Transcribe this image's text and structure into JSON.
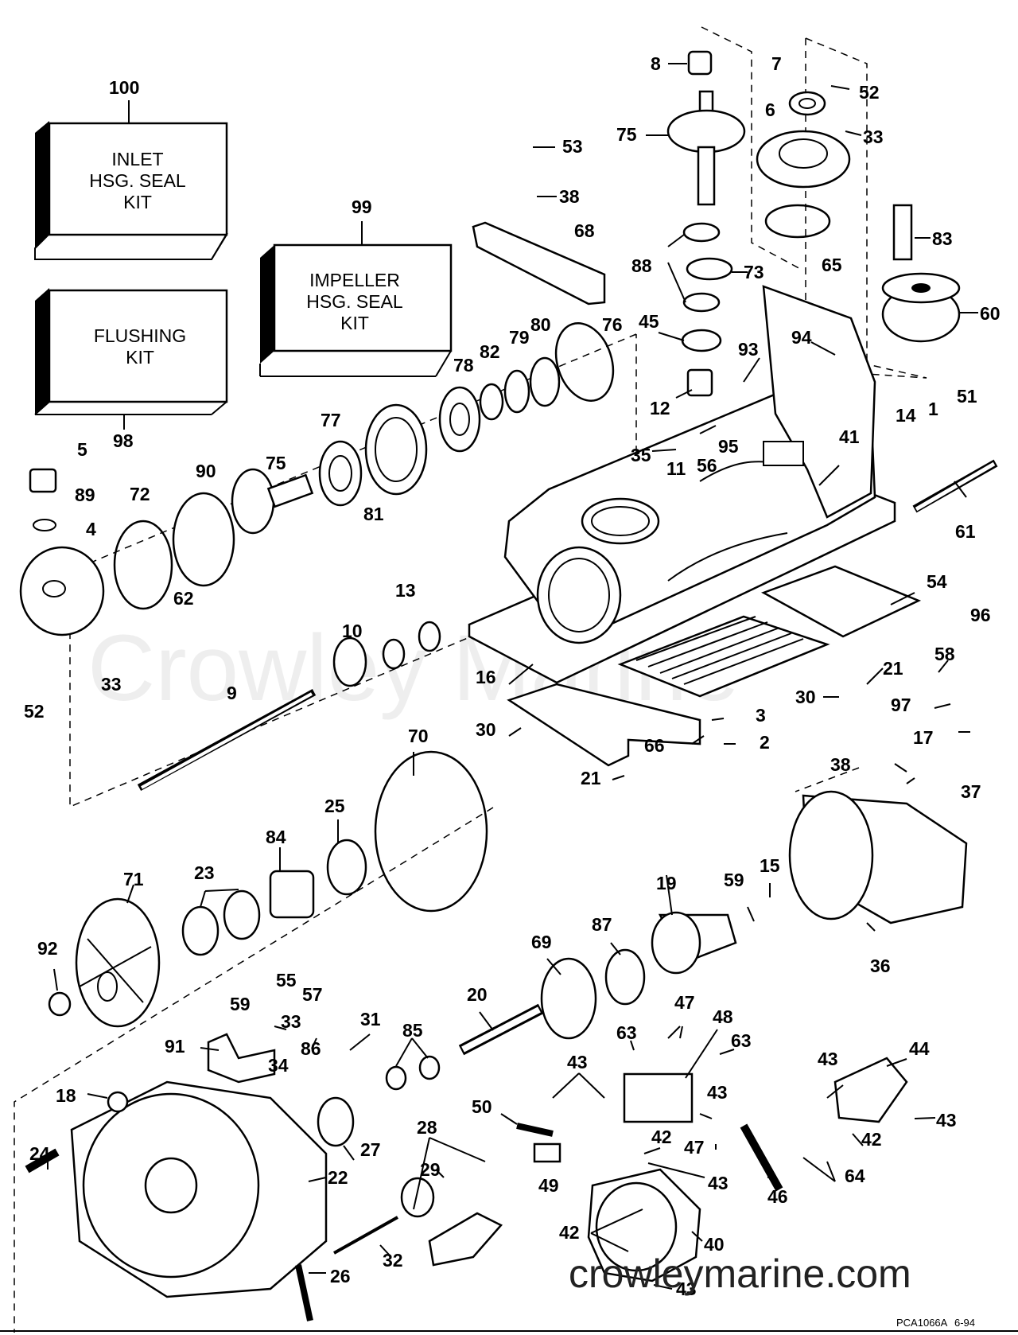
{
  "kits": {
    "inlet_seal": {
      "number": "100",
      "lines": [
        "INLET",
        "HSG. SEAL",
        "KIT"
      ]
    },
    "flushing": {
      "number": "98",
      "lines": [
        "FLUSHING",
        "KIT"
      ]
    },
    "impeller_seal": {
      "number": "99",
      "lines": [
        "IMPELLER",
        "HSG. SEAL",
        "KIT"
      ]
    }
  },
  "parts": [
    {
      "id": "p8",
      "num": "8"
    },
    {
      "id": "p7",
      "num": "7"
    },
    {
      "id": "p52a",
      "num": "52"
    },
    {
      "id": "p6",
      "num": "6"
    },
    {
      "id": "p33a",
      "num": "33"
    },
    {
      "id": "p75a",
      "num": "75"
    },
    {
      "id": "p53",
      "num": "53"
    },
    {
      "id": "p38a",
      "num": "38"
    },
    {
      "id": "p65",
      "num": "65"
    },
    {
      "id": "p83",
      "num": "83"
    },
    {
      "id": "p68",
      "num": "68"
    },
    {
      "id": "p88",
      "num": "88"
    },
    {
      "id": "p73",
      "num": "73"
    },
    {
      "id": "p60",
      "num": "60"
    },
    {
      "id": "p45",
      "num": "45"
    },
    {
      "id": "p94",
      "num": "94"
    },
    {
      "id": "p93",
      "num": "93"
    },
    {
      "id": "p80",
      "num": "80"
    },
    {
      "id": "p76",
      "num": "76"
    },
    {
      "id": "p79",
      "num": "79"
    },
    {
      "id": "p82",
      "num": "82"
    },
    {
      "id": "p78",
      "num": "78"
    },
    {
      "id": "p12",
      "num": "12"
    },
    {
      "id": "p51",
      "num": "51"
    },
    {
      "id": "p14",
      "num": "14"
    },
    {
      "id": "p1",
      "num": "1"
    },
    {
      "id": "p95",
      "num": "95"
    },
    {
      "id": "p35",
      "num": "35"
    },
    {
      "id": "p56",
      "num": "56"
    },
    {
      "id": "p41",
      "num": "41"
    },
    {
      "id": "p11",
      "num": "11"
    },
    {
      "id": "p77",
      "num": "77"
    },
    {
      "id": "p5",
      "num": "5"
    },
    {
      "id": "p90",
      "num": "90"
    },
    {
      "id": "p75b",
      "num": "75"
    },
    {
      "id": "p89",
      "num": "89"
    },
    {
      "id": "p72",
      "num": "72"
    },
    {
      "id": "p4",
      "num": "4"
    },
    {
      "id": "p81",
      "num": "81"
    },
    {
      "id": "p61",
      "num": "61"
    },
    {
      "id": "p62",
      "num": "62"
    },
    {
      "id": "p54",
      "num": "54"
    },
    {
      "id": "p13",
      "num": "13"
    },
    {
      "id": "p96",
      "num": "96"
    },
    {
      "id": "p10",
      "num": "10"
    },
    {
      "id": "p58",
      "num": "58"
    },
    {
      "id": "p21a",
      "num": "21"
    },
    {
      "id": "p33b",
      "num": "33"
    },
    {
      "id": "p16",
      "num": "16"
    },
    {
      "id": "p30a",
      "num": "30"
    },
    {
      "id": "p52b",
      "num": "52"
    },
    {
      "id": "p9",
      "num": "9"
    },
    {
      "id": "p97",
      "num": "97"
    },
    {
      "id": "p3",
      "num": "3"
    },
    {
      "id": "p30b",
      "num": "30"
    },
    {
      "id": "p66",
      "num": "66"
    },
    {
      "id": "p2",
      "num": "2"
    },
    {
      "id": "p17",
      "num": "17"
    },
    {
      "id": "p70",
      "num": "70"
    },
    {
      "id": "p38b",
      "num": "38"
    },
    {
      "id": "p21b",
      "num": "21"
    },
    {
      "id": "p37",
      "num": "37"
    },
    {
      "id": "p25",
      "num": "25"
    },
    {
      "id": "p84",
      "num": "84"
    },
    {
      "id": "p71",
      "num": "71"
    },
    {
      "id": "p23",
      "num": "23"
    },
    {
      "id": "p19",
      "num": "19"
    },
    {
      "id": "p59a",
      "num": "59"
    },
    {
      "id": "p15",
      "num": "15"
    },
    {
      "id": "p36",
      "num": "36"
    },
    {
      "id": "p92",
      "num": "92"
    },
    {
      "id": "p69",
      "num": "69"
    },
    {
      "id": "p87",
      "num": "87"
    },
    {
      "id": "p55",
      "num": "55"
    },
    {
      "id": "p57",
      "num": "57"
    },
    {
      "id": "p59b",
      "num": "59"
    },
    {
      "id": "p33c",
      "num": "33"
    },
    {
      "id": "p20",
      "num": "20"
    },
    {
      "id": "p47a",
      "num": "47"
    },
    {
      "id": "p48",
      "num": "48"
    },
    {
      "id": "p31",
      "num": "31"
    },
    {
      "id": "p91",
      "num": "91"
    },
    {
      "id": "p85",
      "num": "85"
    },
    {
      "id": "p63a",
      "num": "63"
    },
    {
      "id": "p63b",
      "num": "63"
    },
    {
      "id": "p86",
      "num": "86"
    },
    {
      "id": "p34",
      "num": "34"
    },
    {
      "id": "p43a",
      "num": "43"
    },
    {
      "id": "p43b",
      "num": "43"
    },
    {
      "id": "p44",
      "num": "44"
    },
    {
      "id": "p43c",
      "num": "43"
    },
    {
      "id": "p18",
      "num": "18"
    },
    {
      "id": "p50",
      "num": "50"
    },
    {
      "id": "p43d",
      "num": "43"
    },
    {
      "id": "p27",
      "num": "27"
    },
    {
      "id": "p28",
      "num": "28"
    },
    {
      "id": "p42a",
      "num": "42"
    },
    {
      "id": "p47b",
      "num": "47"
    },
    {
      "id": "p42b",
      "num": "42"
    },
    {
      "id": "p24",
      "num": "24"
    },
    {
      "id": "p22",
      "num": "22"
    },
    {
      "id": "p29",
      "num": "29"
    },
    {
      "id": "p64",
      "num": "64"
    },
    {
      "id": "p49",
      "num": "49"
    },
    {
      "id": "p43e",
      "num": "43"
    },
    {
      "id": "p46",
      "num": "46"
    },
    {
      "id": "p42c",
      "num": "42"
    },
    {
      "id": "p40",
      "num": "40"
    },
    {
      "id": "p32",
      "num": "32"
    },
    {
      "id": "p26",
      "num": "26"
    },
    {
      "id": "p43f",
      "num": "43"
    }
  ],
  "watermark": "Crowley Marine",
  "site": "crowleymarine.com",
  "drawing_code": "PCA1066A",
  "drawing_date": "6-94"
}
